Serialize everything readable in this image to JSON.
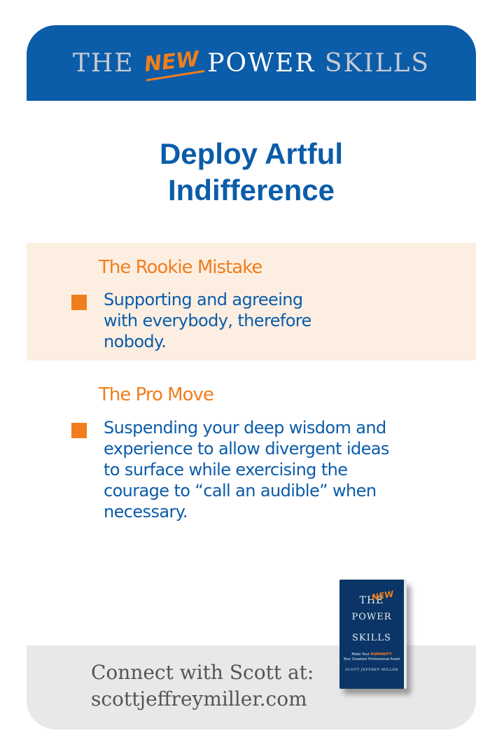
{
  "header": {
    "brand_the": "THE",
    "brand_new": "NEW",
    "brand_power": "POWER",
    "brand_skills": "SKILLS"
  },
  "title": {
    "line1": "Deploy Artful",
    "line2": "Indifference"
  },
  "rookie": {
    "heading": "The Rookie Mistake",
    "lines": [
      "Supporting and agreeing",
      "with everybody, therefore",
      "nobody."
    ]
  },
  "pro": {
    "heading": "The Pro Move",
    "lines": [
      "Suspending your deep wisdom and",
      "experience to allow divergent ideas",
      "to surface while exercising the",
      "courage to “call an audible” when",
      "necessary."
    ]
  },
  "footer": {
    "line1": "Connect with Scott at:",
    "line2": "scottjeffreymiller.com"
  },
  "book": {
    "the": "THE",
    "new": "NEW",
    "power": "POWER",
    "skills": "SKILLS",
    "sub_a": "Make Your ",
    "sub_hl": "HUMANITY",
    "sub_b": "Your Greatest Professional Asset",
    "author": "SCOTT JEFFREY MILLER"
  },
  "colors": {
    "brand_blue": "#0b5ca9",
    "accent_orange": "#f07e1c",
    "rookie_bg": "#fdeee2",
    "footer_bg": "#e8e8e8"
  }
}
